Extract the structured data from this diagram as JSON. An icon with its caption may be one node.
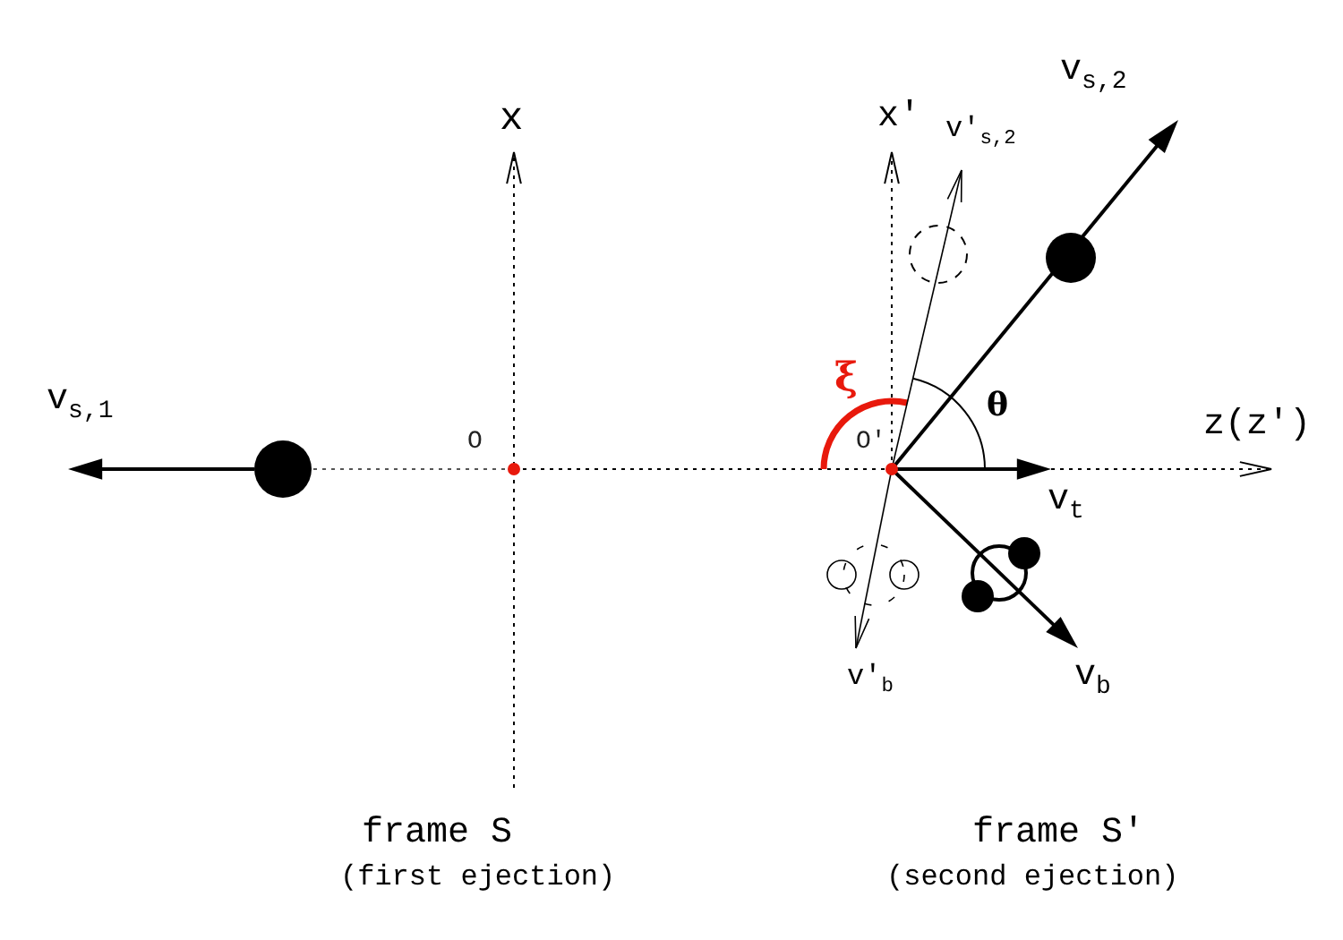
{
  "diagram": {
    "labels": [
      "x",
      "x′",
      "v$_{s,2}$",
      "v′$_{s,2}$",
      "ξ",
      "θ",
      "z(z′)",
      "v$_{s,1}$",
      "O",
      "O′",
      "v$_{t}$",
      "v′$_{b}$",
      "v$_{b}$",
      "frame S",
      "(first ejection)",
      "frame S′",
      "(second ejection)"
    ]
  }
}
